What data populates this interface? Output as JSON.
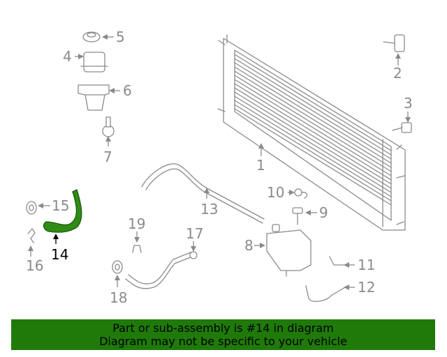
{
  "diagram": {
    "highlight_color": "#2e8b14",
    "callouts": {
      "c1": "1",
      "c2": "2",
      "c3": "3",
      "c4": "4",
      "c5": "5",
      "c6": "6",
      "c7": "7",
      "c8": "8",
      "c9": "9",
      "c10": "10",
      "c11": "11",
      "c12": "12",
      "c13": "13",
      "c14": "14",
      "c15": "15",
      "c16": "16",
      "c17": "17",
      "c18": "18",
      "c19": "19"
    }
  },
  "banner": {
    "line1": "Part or sub-assembly is #14 in diagram",
    "line2": "Diagram may not be specific to your vehicle",
    "background": "#1f7a0a"
  }
}
